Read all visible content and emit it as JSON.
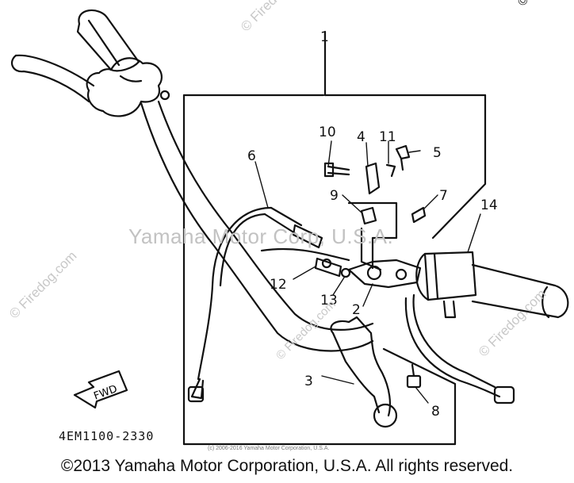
{
  "watermark_main": "Yamaha Motor Corp, U.S.A.",
  "watermark_site": "© Firedog.com",
  "watermark_corner": "© F",
  "fwd_label": "FWD",
  "part_code": "4EM1100-2330",
  "small_credit": "(c) 2006-2016 Yamaha Motor Corporation, U.S.A.",
  "copyright": "©2013 Yamaha Motor Corporation, U.S.A. All rights reserved.",
  "callouts": [
    "1",
    "2",
    "3",
    "4",
    "5",
    "6",
    "7",
    "8",
    "9",
    "10",
    "11",
    "12",
    "13",
    "14"
  ]
}
